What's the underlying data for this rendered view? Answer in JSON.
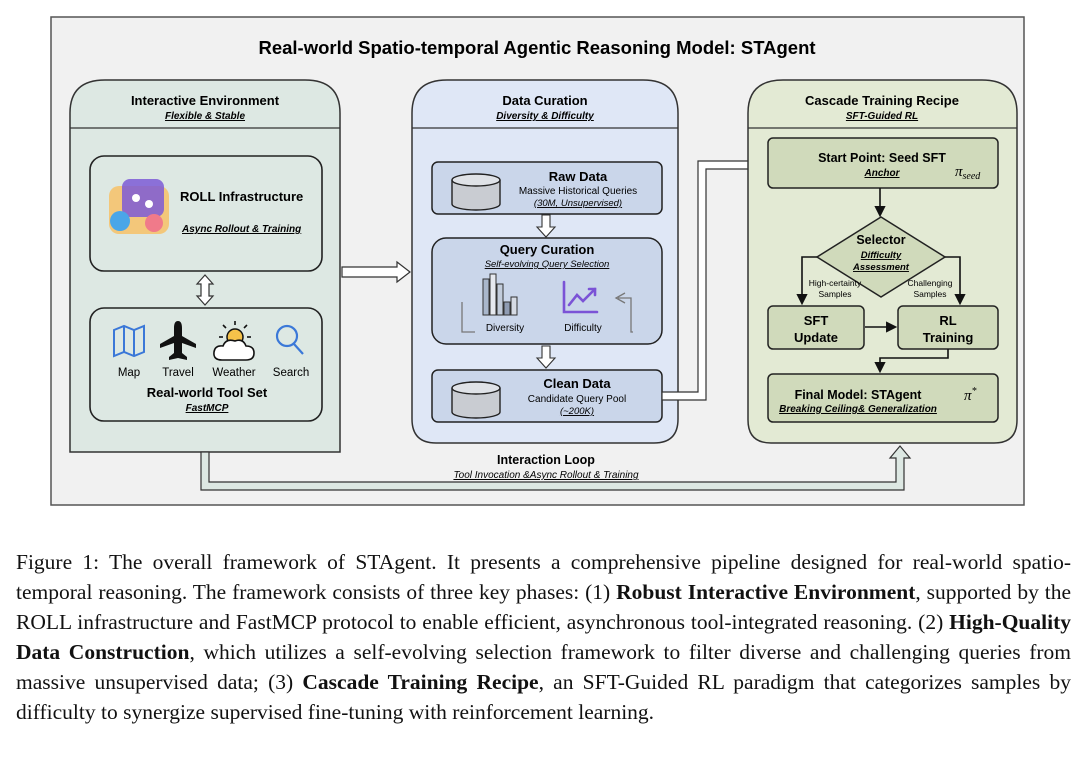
{
  "title": "Real-world Spatio-temporal Agentic Reasoning Model: STAgent",
  "colors": {
    "outer_bg": "#f1f1f1",
    "env_fill": "#dde8e3",
    "data_fill": "#dfe7f6",
    "data_box": "#cad6ea",
    "train_fill": "#e3ead4",
    "train_box": "#d0dabb",
    "border": "#3a3a3a",
    "accent_purple": "#7b53d6",
    "icon_blue": "#3b78d8"
  },
  "env": {
    "header": "Interactive Environment",
    "subheader": "Flexible & Stable",
    "roll_title": "ROLL Infrastructure",
    "roll_sub": "Async Rollout & Training",
    "tools": [
      {
        "icon": "map-icon",
        "label": "Map"
      },
      {
        "icon": "airplane-icon",
        "label": "Travel"
      },
      {
        "icon": "weather-icon",
        "label": "Weather"
      },
      {
        "icon": "search-icon",
        "label": "Search"
      }
    ],
    "toolset_title": "Real-world Tool Set",
    "toolset_sub": "FastMCP"
  },
  "curation": {
    "header": "Data Curation",
    "subheader": "Diversity & Difficulty",
    "raw_title": "Raw Data",
    "raw_line1": "Massive Historical Queries",
    "raw_line2": "(30M, Unsupervised)",
    "query_title": "Query Curation",
    "query_sub": "Self-evolving Query Selection",
    "diversity": "Diversity",
    "difficulty": "Difficulty",
    "clean_title": "Clean Data",
    "clean_line1": "Candidate Query Pool",
    "clean_line2": "(~200K)"
  },
  "training": {
    "header": "Cascade Training Recipe",
    "subheader": "SFT-Guided RL",
    "start_title": "Start Point: Seed SFT",
    "start_sub": "Anchor",
    "pi_seed": "π",
    "pi_seed_sub": "seed",
    "selector_title": "Selector",
    "selector_sub1": "Difficulty",
    "selector_sub2": "Assessment",
    "high_line1": "High-certainty",
    "high_line2": "Samples",
    "chal_line1": "Challenging",
    "chal_line2": "Samples",
    "sft_line1": "SFT",
    "sft_line2": "Update",
    "rl_line1": "RL",
    "rl_line2": "Training",
    "final_title": "Final Model: STAgent",
    "final_sub": "Breaking Ceiling& Generalization",
    "pi_star": "π",
    "pi_star_sup": "*"
  },
  "loop": {
    "title": "Interaction Loop",
    "subtitle": "Tool Invocation &Async Rollout & Training"
  },
  "caption": {
    "p1": "Figure 1: The overall framework of STAgent. It presents a comprehensive pipeline designed for real-world spatio-temporal reasoning. The framework consists of three key phases: (1) ",
    "b1": "Robust Interactive Environment",
    "p2": ", supported by the ROLL infrastructure and FastMCP protocol to enable efficient, asynchronous tool-integrated reasoning. (2) ",
    "b2": "High-Quality Data Construction",
    "p3": ", which utilizes a self-evolving selection framework to filter diverse and challenging queries from massive unsupervised data; (3) ",
    "b3": "Cascade Training Recipe",
    "p4": ", an SFT-Guided RL paradigm that categorizes samples by difficulty to synergize supervised fine-tuning with reinforcement learning."
  }
}
